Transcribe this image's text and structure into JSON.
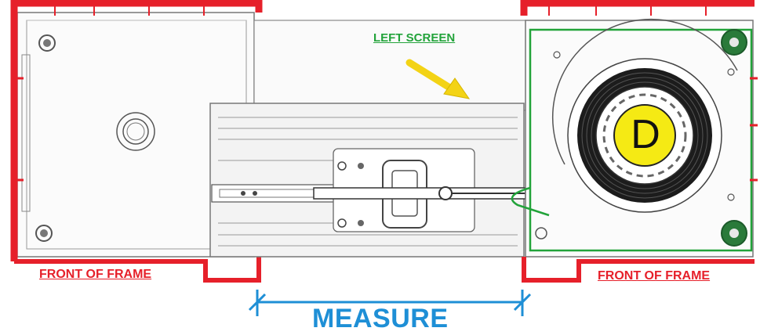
{
  "labels": {
    "left_screen": "LEFT SCREEN",
    "front_of_frame_left": "FRONT OF FRAME",
    "front_of_frame_right": "FRONT OF FRAME",
    "measure": "MEASURE",
    "roller_letter": "D"
  },
  "colors": {
    "frame_red": "#e6202a",
    "screen_green": "#22a33a",
    "measure_blue": "#1e8fd6",
    "arrow_yellow": "#f3d315",
    "roller_yellow": "#f5ea14",
    "line_gray": "#6f6f6f"
  }
}
